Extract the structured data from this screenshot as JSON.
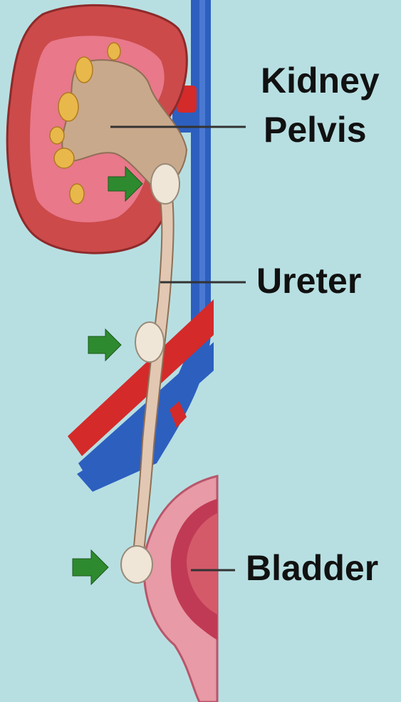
{
  "labels": {
    "kidney": "Kidney",
    "pelvis": "Pelvis",
    "ureter": "Ureter",
    "bladder": "Bladder"
  },
  "colors": {
    "background": "#b7dfe2",
    "kidney_cortex": "#cc4a4a",
    "kidney_pelvis": "#c9a98c",
    "vein": "#2d5fbf",
    "artery": "#d42a2a",
    "ureter": "#e2c8b2",
    "stone": "#efe6d8",
    "arrow": "#2e8a2e",
    "bladder": "#d45a6a"
  },
  "icons": [
    "stone-arrow-icon",
    "stone-arrow-icon",
    "stone-arrow-icon"
  ]
}
